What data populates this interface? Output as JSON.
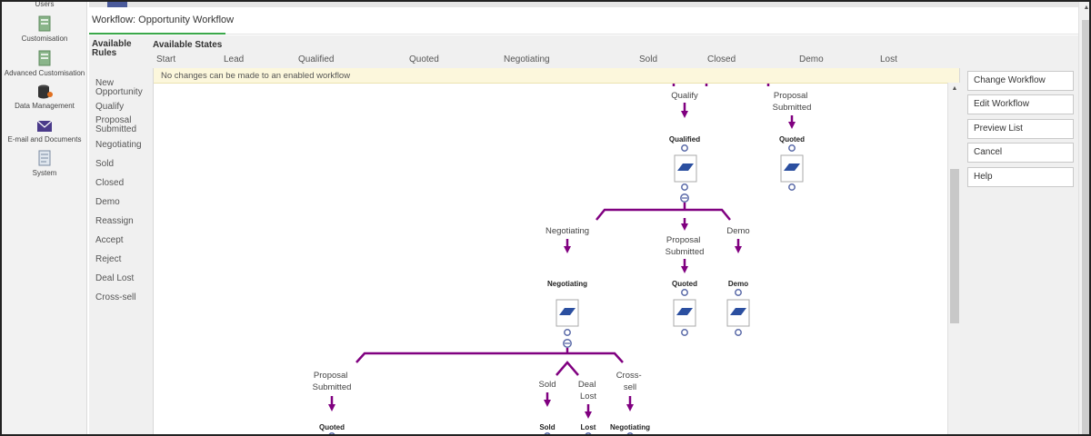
{
  "sidebar": {
    "items": [
      {
        "label": "Users",
        "icon": "users-icon"
      },
      {
        "label": "Customisation",
        "icon": "customisation-icon"
      },
      {
        "label": "Advanced Customisation",
        "icon": "advanced-customisation-icon"
      },
      {
        "label": "Data Management",
        "icon": "data-management-icon"
      },
      {
        "label": "E-mail and Documents",
        "icon": "email-icon"
      },
      {
        "label": "System",
        "icon": "system-icon"
      }
    ]
  },
  "header": {
    "title": "Workflow: Opportunity Workflow"
  },
  "rules": {
    "heading_line1": "Available",
    "heading_line2": "Rules",
    "items": [
      {
        "line1": "New",
        "line2": "Opportunity"
      },
      {
        "line1": "Qualify",
        "line2": ""
      },
      {
        "line1": "Proposal",
        "line2": "Submitted"
      },
      {
        "line1": "Negotiating",
        "line2": ""
      },
      {
        "line1": "Sold",
        "line2": ""
      },
      {
        "line1": "Closed",
        "line2": ""
      },
      {
        "line1": "Demo",
        "line2": ""
      },
      {
        "line1": "Reassign",
        "line2": ""
      },
      {
        "line1": "Accept",
        "line2": ""
      },
      {
        "line1": "Reject",
        "line2": ""
      },
      {
        "line1": "Deal Lost",
        "line2": ""
      },
      {
        "line1": "Cross-sell",
        "line2": ""
      }
    ]
  },
  "states": {
    "heading": "Available States",
    "items": [
      "Start",
      "Lead",
      "Qualified",
      "Quoted",
      "Negotiating",
      "Sold",
      "Closed",
      "Demo",
      "Lost"
    ]
  },
  "notice": "No changes can be made to an enabled workflow",
  "actions": {
    "change_workflow": "Change Workflow",
    "edit_workflow": "Edit Workflow",
    "preview_list": "Preview List",
    "cancel": "Cancel",
    "help": "Help"
  },
  "diagram": {
    "arrow_color": "#800080",
    "connector_color": "#5a6aa8",
    "rule_labels": {
      "qualify": "Qualify",
      "proposal_submitted_1": [
        "Proposal",
        "Submitted"
      ],
      "negotiating": "Negotiating",
      "proposal_submitted_2": [
        "Proposal",
        "Submitted"
      ],
      "demo": "Demo",
      "proposal_submitted_3": [
        "Proposal",
        "Submitted"
      ],
      "sold": "Sold",
      "deal_lost": [
        "Deal",
        "Lost"
      ],
      "cross_sell": [
        "Cross-",
        "sell"
      ]
    },
    "state_labels": {
      "qualified": "Qualified",
      "quoted_1": "Quoted",
      "negotiating": "Negotiating",
      "quoted_2": "Quoted",
      "demo": "Demo",
      "quoted_3": "Quoted",
      "sold": "Sold",
      "lost": "Lost",
      "negotiating_2": "Negotiating"
    }
  }
}
